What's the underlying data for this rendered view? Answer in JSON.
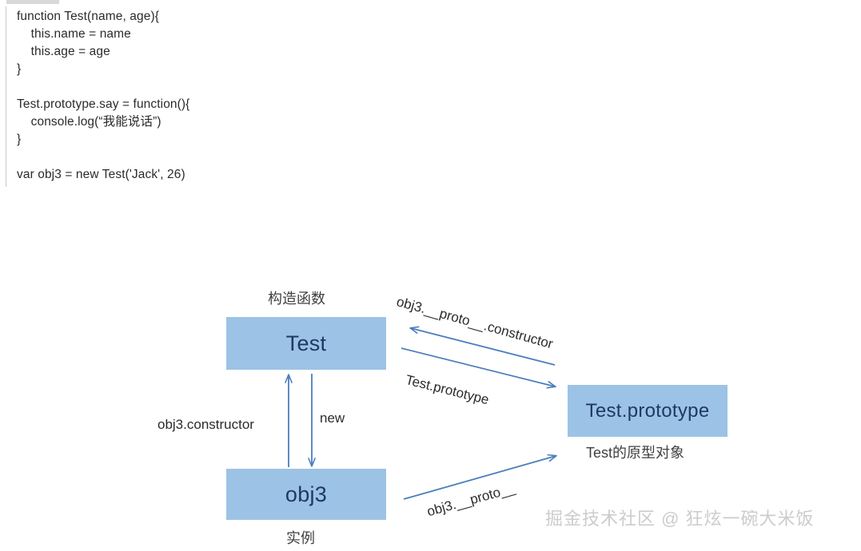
{
  "code_block": {
    "lines": [
      "function Test(name, age){",
      "    this.name = name",
      "    this.age = age",
      "}",
      "",
      "Test.prototype.say = function(){",
      "    console.log(“我能说话”)",
      "}",
      "",
      "var obj3 = new Test('Jack', 26)"
    ]
  },
  "diagram": {
    "nodes": {
      "test": {
        "label": "Test",
        "caption": "构造函数"
      },
      "obj3": {
        "label": "obj3",
        "caption": "实例"
      },
      "test_prototype": {
        "label": "Test.prototype",
        "caption": "Test的原型对象"
      }
    },
    "edges": {
      "obj3_constructor": "obj3.constructor",
      "new": "new",
      "proto_constructor": "obj3.__proto__.constructor",
      "test_prototype": "Test.prototype",
      "obj3_proto": "obj3.__proto__"
    },
    "colors": {
      "box_fill": "#9cc3e5",
      "box_text": "#1f3864",
      "arrow": "#4a7ebb",
      "caption_text": "#3f3f3f"
    }
  },
  "watermark": {
    "text": "掘金技术社区 @ 狂炫一碗大米饭"
  }
}
